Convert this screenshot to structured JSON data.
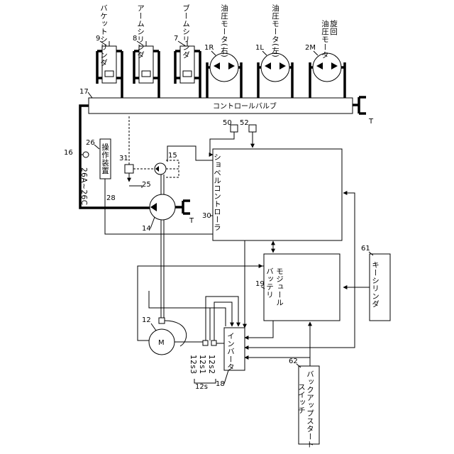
{
  "labels": {
    "bucket_cylinder": "バケットシリンダ",
    "arm_cylinder": "アームシリンダ",
    "boom_cylinder": "ブームシリンダ",
    "motor_right": "油圧モータ(右)",
    "motor_left": "油圧モータ(左)",
    "swing_motor_a": "旋回",
    "swing_motor_b": "油圧モータ",
    "control_valve": "コントロールバルブ",
    "shovel_controller": "ショベルコントローラ",
    "battery_module_a": "バッテリ",
    "battery_module_b": "モジュール",
    "inverter": "インバータ",
    "key_cylinder": "キーシリンダ",
    "operation_device": "操作装置",
    "backup_switch_a": "バックアップスタート",
    "backup_switch_b": "スイッチ",
    "motor_m": "M",
    "tank": "T"
  },
  "refs": {
    "r9": "9",
    "r8": "8",
    "r7": "7",
    "r1R": "1R",
    "r1L": "1L",
    "r2M": "2M",
    "r17": "17",
    "r16": "16",
    "r26": "26",
    "r26A": "26A~26C",
    "r28": "28",
    "r31": "31",
    "r15": "15",
    "r25": "25",
    "r14": "14",
    "r30": "30",
    "r50": "50",
    "r52": "52",
    "r61": "61",
    "r19": "19",
    "r12": "12",
    "r12s3": "12s3",
    "r12s1": "12s1",
    "r12s2": "12s2",
    "r12s": "12s",
    "r18": "18",
    "r62": "62"
  }
}
